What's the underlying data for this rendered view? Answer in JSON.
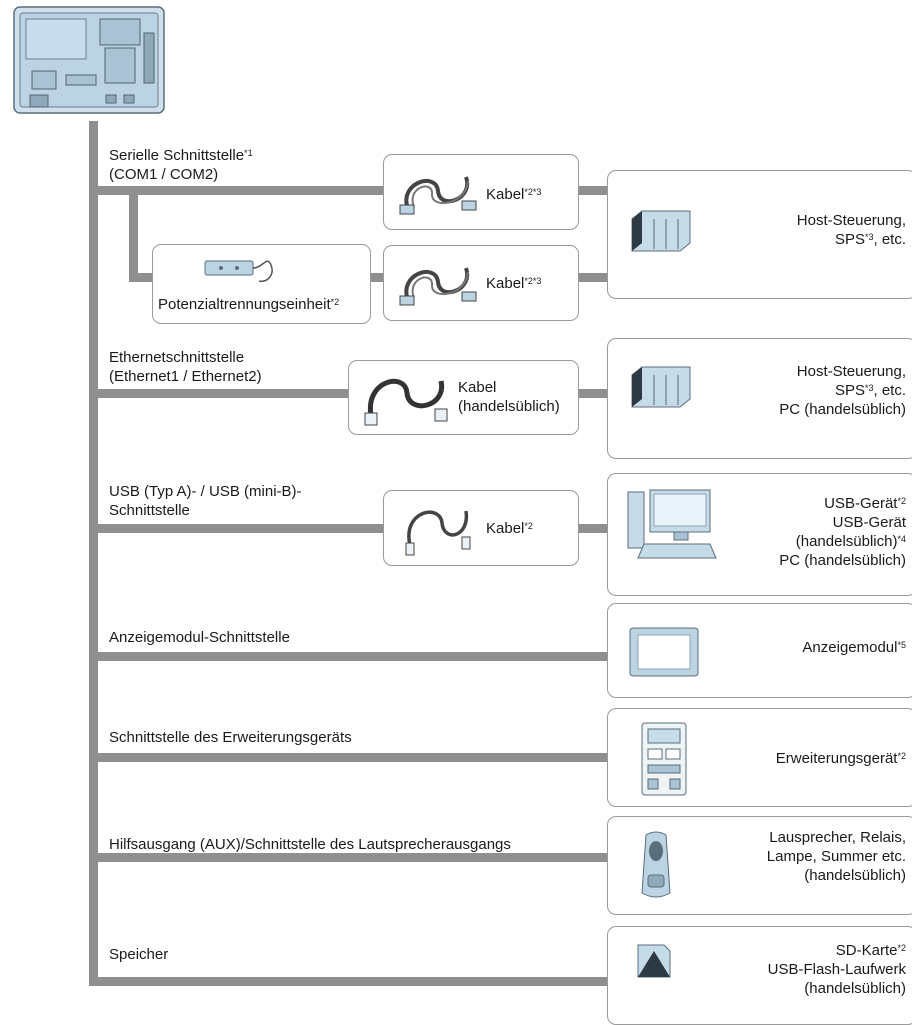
{
  "interfaces": {
    "serial": {
      "line1": "Serielle Schnittstelle",
      "line1_sup": "*1",
      "line2": "(COM1 / COM2)"
    },
    "ethernet": {
      "line1": "Ethernetschnittstelle",
      "line2": "(Ethernet1 / Ethernet2)"
    },
    "usb": {
      "line1": "USB (Typ A)- / USB (mini-B)-",
      "line2": "Schnittstelle"
    },
    "display": {
      "line1": "Anzeigemodul-Schnittstelle"
    },
    "expansion": {
      "line1": "Schnittstelle des Erweiterungsgeräts"
    },
    "aux": {
      "line1": "Hilfsausgang (AUX)/Schnittstelle des Lautsprecherausgangs"
    },
    "storage": {
      "line1": "Speicher"
    }
  },
  "cables": {
    "serial1": {
      "label": "Kabel",
      "sup": "*2*3"
    },
    "serial2": {
      "label": "Kabel",
      "sup": "*2*3"
    },
    "isolation": {
      "label": "Potenzialtrennungseinheit",
      "sup": "*2"
    },
    "ethernet": {
      "line1": "Kabel",
      "line2": "(handelsüblich)"
    },
    "usb": {
      "label": "Kabel",
      "sup": "*2"
    }
  },
  "devices": {
    "serial": {
      "line1": "Host-Steuerung,",
      "line2a": "SPS",
      "line2_sup": "*3",
      "line2b": ", etc."
    },
    "ethernet": {
      "line1": "Host-Steuerung,",
      "line2a": "SPS",
      "line2_sup": "*3",
      "line2b": ", etc.",
      "line3": "PC (handelsüblich)"
    },
    "usb": {
      "line1": "USB-Gerät",
      "line1_sup": "*2",
      "line2": "USB-Gerät",
      "line3": "(handelsüblich)",
      "line3_sup": "*4",
      "line4": "PC (handelsüblich)"
    },
    "display": {
      "line1": "Anzeigemodul",
      "line1_sup": "*5"
    },
    "expansion": {
      "line1": "Erweiterungsgerät",
      "line1_sup": "*2"
    },
    "aux": {
      "line1": "Lausprecher, Relais,",
      "line2": "Lampe, Summer etc.",
      "line3": "(handelsüblich)"
    },
    "storage": {
      "line1": "SD-Karte",
      "line1_sup": "*2",
      "line2": "USB-Flash-Laufwerk",
      "line3": "(handelsüblich)"
    }
  },
  "colors": {
    "bus": "#8f8f8f",
    "device_blue": "#c5dbe8",
    "outline": "#9a9a9a"
  }
}
